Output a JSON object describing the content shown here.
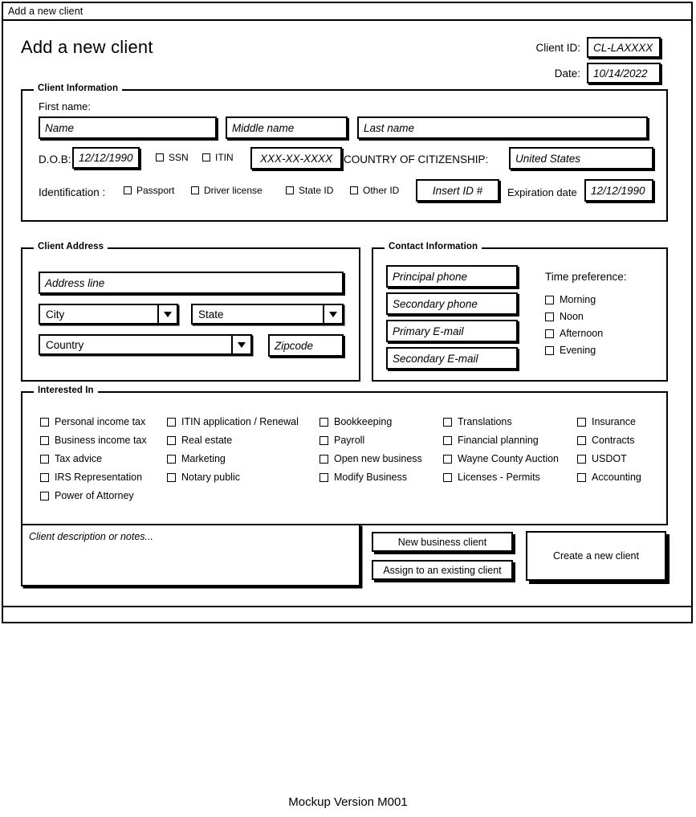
{
  "window": {
    "title_bar": "Add a new client",
    "page_title": "Add a new client"
  },
  "header": {
    "client_id_label": "Client ID:",
    "client_id_value": "CL-LAXXXX",
    "date_label": "Date:",
    "date_value": "10/14/2022"
  },
  "client_information": {
    "legend": "Client Information",
    "first_name_label": "First name:",
    "first_name_value": "Name",
    "middle_name_value": "Middle name",
    "last_name_value": "Last name",
    "dob_label": "D.O.B:",
    "dob_value": "12/12/1990",
    "ssn_label": "SSN",
    "itin_label": "ITIN",
    "tax_id_value": "XXX-XX-XXXX",
    "citizenship_label": "COUNTRY OF CITIZENSHIP:",
    "citizenship_value": "United States",
    "identification_label": "Identification :",
    "id_options": [
      "Passport",
      "Driver license",
      "State ID",
      "Other ID"
    ],
    "insert_id_value": "Insert ID #",
    "expiration_label": "Expiration date",
    "expiration_value": "12/12/1990"
  },
  "client_address": {
    "legend": "Client Address",
    "address_line_value": "Address line",
    "city_value": "City",
    "state_value": "State",
    "country_value": "Country",
    "zipcode_value": "Zipcode"
  },
  "contact_information": {
    "legend": "Contact Information",
    "principal_phone_value": "Principal phone",
    "secondary_phone_value": "Secondary phone",
    "primary_email_value": "Primary E-mail",
    "secondary_email_value": "Secondary E-mail",
    "time_preference_label": "Time preference:",
    "time_options": [
      "Morning",
      "Noon",
      "Afternoon",
      "Evening"
    ]
  },
  "interested_in": {
    "legend": "Interested In",
    "columns": [
      [
        "Personal income tax",
        "Business income tax",
        "Tax advice",
        "IRS Representation",
        "Power of Attorney"
      ],
      [
        "ITIN application / Renewal",
        "Real estate",
        "Marketing",
        "Notary public"
      ],
      [
        "Bookkeeping",
        "Payroll",
        "Open new business",
        "Modify Business"
      ],
      [
        "Translations",
        "Financial planning",
        "Wayne County Auction",
        "Licenses - Permits"
      ],
      [
        "Insurance",
        "Contracts",
        "USDOT",
        "Accounting"
      ]
    ]
  },
  "notes": {
    "placeholder": "Client description or notes..."
  },
  "actions": {
    "new_business_client": "New business client",
    "assign_existing_client": "Assign to an existing client",
    "create_new_client": "Create a new client"
  },
  "footer": {
    "version": "Mockup Version M001"
  }
}
